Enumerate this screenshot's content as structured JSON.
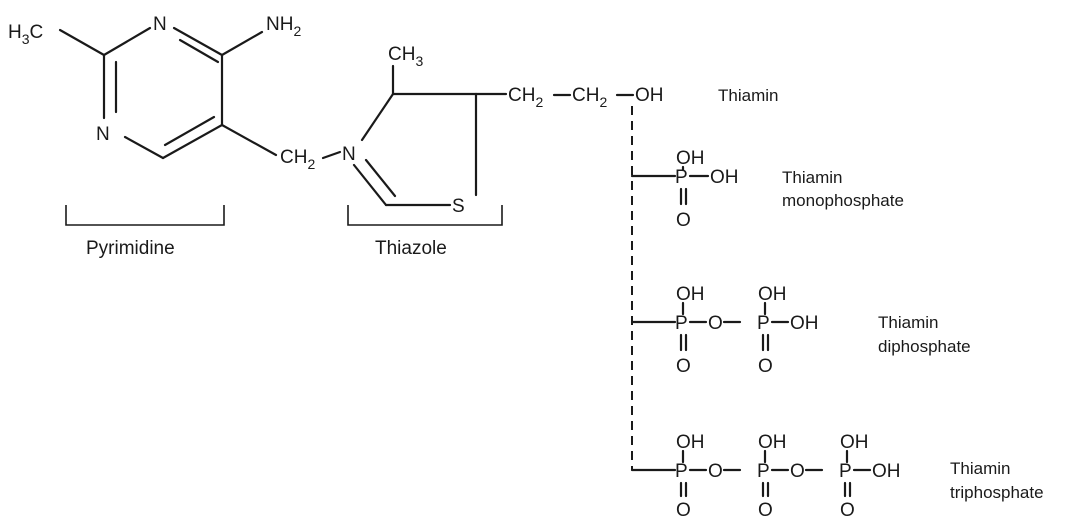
{
  "diagram": {
    "atoms": {
      "h": "H",
      "three": "3",
      "c": "C",
      "n": "N",
      "nh": "NH",
      "two": "2",
      "ch": "CH",
      "ch2_dash": "CH",
      "oh": "OH",
      "s": "S",
      "p": "P",
      "o": "O"
    },
    "rings": {
      "pyrimidine_label": "Pyrimidine",
      "thiazole_label": "Thiazole"
    },
    "compounds": {
      "thiamin": "Thiamin",
      "mono_line1": "Thiamin",
      "mono_line2": "monophosphate",
      "di_line1": "Thiamin",
      "di_line2": "diphosphate",
      "tri_line1": "Thiamin",
      "tri_line2": "triphosphate"
    }
  }
}
